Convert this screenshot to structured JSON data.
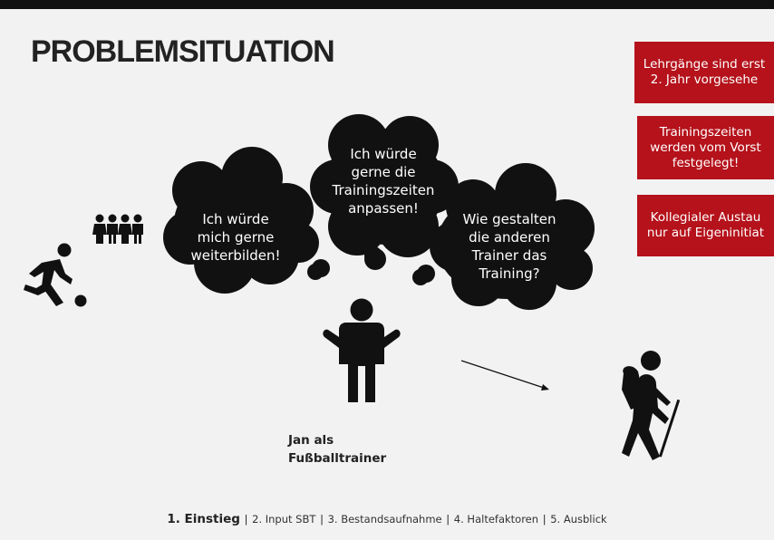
{
  "slide": {
    "title": "PROBLEMSITUATION"
  },
  "info_boxes": [
    {
      "lines": [
        "Lehrgänge sind erst",
        "2. Jahr vorgesehe"
      ]
    },
    {
      "lines": [
        "Trainingszeiten",
        "werden vom Vorst",
        "festgelegt!"
      ]
    },
    {
      "lines": [
        "Kollegialer Austau",
        "nur auf Eigeninitiat"
      ]
    }
  ],
  "thought_bubbles": [
    {
      "lines": [
        "Ich würde",
        "mich gerne",
        "weiterbilden!"
      ]
    },
    {
      "lines": [
        "Ich würde",
        "gerne die",
        "Trainingszeiten",
        "anpassen!"
      ]
    },
    {
      "lines": [
        "Wie gestalten",
        "die anderen",
        "Trainer das",
        "Training?"
      ]
    }
  ],
  "person_caption": {
    "lines": [
      "Jan als",
      "Fußballtrainer"
    ]
  },
  "icons": {
    "left_player": "soccer-player-icon",
    "group": "group-of-people-icon",
    "center_person": "shrugging-person-icon",
    "right_person": "hiker-icon"
  },
  "colors": {
    "accent": "#b5121b",
    "bubble": "#111111",
    "background": "#f2f2f2"
  },
  "footer": {
    "items": [
      {
        "label": "1. Einstieg",
        "active": true
      },
      {
        "label": "2. Input SBT",
        "active": false
      },
      {
        "label": "3. Bestandsaufnahme",
        "active": false
      },
      {
        "label": "4. Haltefaktoren",
        "active": false
      },
      {
        "label": "5. Ausblick",
        "active": false
      }
    ],
    "separator": "|"
  }
}
